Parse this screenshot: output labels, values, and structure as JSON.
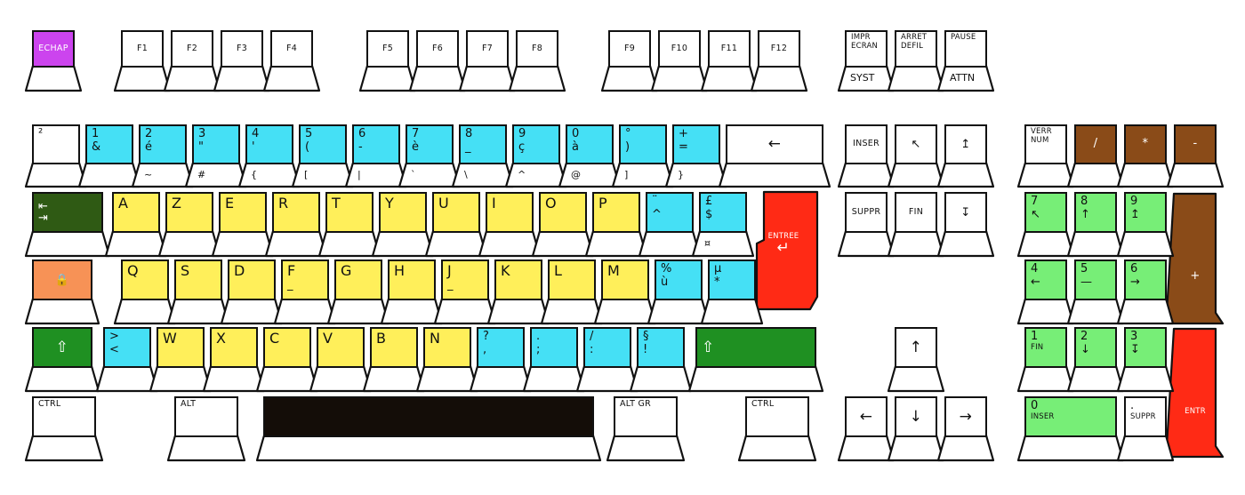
{
  "diagram": {
    "title": "Clavier AZERTY francais",
    "type": "keyboard-layout",
    "layout": "AZERTY",
    "language": "fr-FR"
  },
  "colors": {
    "escape": "#cc44ee",
    "digits": "#45e0f5",
    "letters": "#ffef5a",
    "tab": "#2f5a14",
    "capslock": "#f79256",
    "shift": "#1f9022",
    "enter": "#ff2a15",
    "space": "#140d08",
    "numpad_digits": "#77ee77",
    "numpad_ops": "#8a4b18",
    "plain": "#ffffff",
    "outline": "#111111"
  },
  "rows": {
    "function_row": [
      {
        "id": "esc",
        "top": "ECHAP",
        "color": "escape"
      },
      {
        "id": "f1",
        "top": "F1",
        "color": "plain"
      },
      {
        "id": "f2",
        "top": "F2",
        "color": "plain"
      },
      {
        "id": "f3",
        "top": "F3",
        "color": "plain"
      },
      {
        "id": "f4",
        "top": "F4",
        "color": "plain"
      },
      {
        "id": "f5",
        "top": "F5",
        "color": "plain"
      },
      {
        "id": "f6",
        "top": "F6",
        "color": "plain"
      },
      {
        "id": "f7",
        "top": "F7",
        "color": "plain"
      },
      {
        "id": "f8",
        "top": "F8",
        "color": "plain"
      },
      {
        "id": "f9",
        "top": "F9",
        "color": "plain"
      },
      {
        "id": "f10",
        "top": "F10",
        "color": "plain"
      },
      {
        "id": "f11",
        "top": "F11",
        "color": "plain"
      },
      {
        "id": "f12",
        "top": "F12",
        "color": "plain"
      }
    ],
    "sysreq_cluster": [
      {
        "id": "printscreen",
        "l1": "IMPR",
        "l2": "ECRAN",
        "front": "SYST",
        "color": "plain"
      },
      {
        "id": "scrolllock",
        "l1": "ARRET",
        "l2": "DEFIL",
        "front": "",
        "color": "plain"
      },
      {
        "id": "pause",
        "l1": "PAUSE",
        "l2": "",
        "front": "ATTN",
        "color": "plain"
      }
    ],
    "digit_row": [
      {
        "id": "superscript2",
        "l1": "²",
        "l2": "",
        "front": "",
        "color": "plain"
      },
      {
        "id": "d1",
        "l1": "1",
        "l2": "&",
        "front": "",
        "color": "digits"
      },
      {
        "id": "d2",
        "l1": "2",
        "l2": "é",
        "front": "~",
        "color": "digits"
      },
      {
        "id": "d3",
        "l1": "3",
        "l2": "\"",
        "front": "#",
        "color": "digits"
      },
      {
        "id": "d4",
        "l1": "4",
        "l2": "'",
        "front": "{",
        "color": "digits"
      },
      {
        "id": "d5",
        "l1": "5",
        "l2": "(",
        "front": "[",
        "color": "digits"
      },
      {
        "id": "d6",
        "l1": "6",
        "l2": "-",
        "front": "|",
        "color": "digits"
      },
      {
        "id": "d7",
        "l1": "7",
        "l2": "è",
        "front": "`",
        "color": "digits"
      },
      {
        "id": "d8",
        "l1": "8",
        "l2": "_",
        "front": "\\",
        "color": "digits"
      },
      {
        "id": "d9",
        "l1": "9",
        "l2": "ç",
        "front": "^",
        "color": "digits"
      },
      {
        "id": "d0",
        "l1": "0",
        "l2": "à",
        "front": "@",
        "color": "digits"
      },
      {
        "id": "degree",
        "l1": "°",
        "l2": ")",
        "front": "]",
        "color": "digits"
      },
      {
        "id": "plusequal",
        "l1": "+",
        "l2": "=",
        "front": "}",
        "color": "digits"
      },
      {
        "id": "backspace",
        "l1": "←",
        "l2": "",
        "front": "",
        "color": "plain"
      }
    ],
    "tab_row": [
      {
        "id": "tab",
        "l1": "⇤",
        "l2": "⇥",
        "front": "",
        "color": "tab"
      },
      {
        "id": "a",
        "l1": "A",
        "l2": "",
        "front": "",
        "color": "letters"
      },
      {
        "id": "z",
        "l1": "Z",
        "l2": "",
        "front": "",
        "color": "letters"
      },
      {
        "id": "e",
        "l1": "E",
        "l2": "",
        "front": "",
        "color": "letters"
      },
      {
        "id": "r",
        "l1": "R",
        "l2": "",
        "front": "",
        "color": "letters"
      },
      {
        "id": "t",
        "l1": "T",
        "l2": "",
        "front": "",
        "color": "letters"
      },
      {
        "id": "y",
        "l1": "Y",
        "l2": "",
        "front": "",
        "color": "letters"
      },
      {
        "id": "u",
        "l1": "U",
        "l2": "",
        "front": "",
        "color": "letters"
      },
      {
        "id": "i",
        "l1": "I",
        "l2": "",
        "front": "",
        "color": "letters"
      },
      {
        "id": "o",
        "l1": "O",
        "l2": "",
        "front": "",
        "color": "letters"
      },
      {
        "id": "p",
        "l1": "P",
        "l2": "",
        "front": "",
        "color": "letters"
      },
      {
        "id": "circumflex",
        "l1": "¨",
        "l2": "^",
        "front": "",
        "color": "digits"
      },
      {
        "id": "dollar",
        "l1": "£",
        "l2": "$",
        "front": "¤",
        "color": "digits"
      },
      {
        "id": "enter",
        "l1": "ENTREE",
        "l2": "↵",
        "front": "",
        "color": "enter"
      }
    ],
    "home_row": [
      {
        "id": "capslock",
        "l1": "🔒",
        "l2": "",
        "front": "",
        "color": "capslock"
      },
      {
        "id": "q",
        "l1": "Q",
        "l2": "",
        "front": "",
        "color": "letters"
      },
      {
        "id": "s",
        "l1": "S",
        "l2": "",
        "front": "",
        "color": "letters"
      },
      {
        "id": "d",
        "l1": "D",
        "l2": "",
        "front": "",
        "color": "letters"
      },
      {
        "id": "f",
        "l1": "F",
        "l2": "_",
        "front": "",
        "color": "letters"
      },
      {
        "id": "g",
        "l1": "G",
        "l2": "",
        "front": "",
        "color": "letters"
      },
      {
        "id": "h",
        "l1": "H",
        "l2": "",
        "front": "",
        "color": "letters"
      },
      {
        "id": "j",
        "l1": "J",
        "l2": "_",
        "front": "",
        "color": "letters"
      },
      {
        "id": "k",
        "l1": "K",
        "l2": "",
        "front": "",
        "color": "letters"
      },
      {
        "id": "l",
        "l1": "L",
        "l2": "",
        "front": "",
        "color": "letters"
      },
      {
        "id": "m",
        "l1": "M",
        "l2": "",
        "front": "",
        "color": "letters"
      },
      {
        "id": "percent",
        "l1": "%",
        "l2": "ù",
        "front": "",
        "color": "digits"
      },
      {
        "id": "micro",
        "l1": "µ",
        "l2": "*",
        "front": "",
        "color": "digits"
      }
    ],
    "shift_row": [
      {
        "id": "lshift",
        "l1": "⇧",
        "l2": "",
        "front": "",
        "color": "shift"
      },
      {
        "id": "lessgreater",
        "l1": ">",
        "l2": "<",
        "front": "",
        "color": "digits"
      },
      {
        "id": "w",
        "l1": "W",
        "l2": "",
        "front": "",
        "color": "letters"
      },
      {
        "id": "x",
        "l1": "X",
        "l2": "",
        "front": "",
        "color": "letters"
      },
      {
        "id": "c",
        "l1": "C",
        "l2": "",
        "front": "",
        "color": "letters"
      },
      {
        "id": "v",
        "l1": "V",
        "l2": "",
        "front": "",
        "color": "letters"
      },
      {
        "id": "b",
        "l1": "B",
        "l2": "",
        "front": "",
        "color": "letters"
      },
      {
        "id": "n",
        "l1": "N",
        "l2": "",
        "front": "",
        "color": "letters"
      },
      {
        "id": "comma",
        "l1": "?",
        "l2": ",",
        "front": "",
        "color": "digits"
      },
      {
        "id": "semicolon",
        "l1": ".",
        "l2": ";",
        "front": "",
        "color": "digits"
      },
      {
        "id": "colon",
        "l1": "/",
        "l2": ":",
        "front": "",
        "color": "digits"
      },
      {
        "id": "exclam",
        "l1": "§",
        "l2": "!",
        "front": "",
        "color": "digits"
      },
      {
        "id": "rshift",
        "l1": "⇧",
        "l2": "",
        "front": "",
        "color": "shift"
      }
    ],
    "bottom_row": [
      {
        "id": "lctrl",
        "l1": "CTRL",
        "l2": "",
        "front": "",
        "color": "plain"
      },
      {
        "id": "lalt",
        "l1": "ALT",
        "l2": "",
        "front": "",
        "color": "plain"
      },
      {
        "id": "space",
        "l1": "",
        "l2": "",
        "front": "",
        "color": "space"
      },
      {
        "id": "altgr",
        "l1": "ALT GR",
        "l2": "",
        "front": "",
        "color": "plain"
      },
      {
        "id": "rctrl",
        "l1": "CTRL",
        "l2": "",
        "front": "",
        "color": "plain"
      }
    ],
    "nav_cluster": [
      {
        "id": "insert",
        "l1": "INSER",
        "l2": "",
        "front": "",
        "color": "plain"
      },
      {
        "id": "home",
        "l1": "↖",
        "l2": "",
        "front": "",
        "color": "plain"
      },
      {
        "id": "pageup",
        "l1": "↥",
        "l2": "",
        "front": "",
        "color": "plain"
      },
      {
        "id": "delete",
        "l1": "SUPPR",
        "l2": "",
        "front": "",
        "color": "plain"
      },
      {
        "id": "end",
        "l1": "FIN",
        "l2": "",
        "front": "",
        "color": "plain"
      },
      {
        "id": "pagedown",
        "l1": "↧",
        "l2": "",
        "front": "",
        "color": "plain"
      }
    ],
    "arrow_cluster": [
      {
        "id": "arrow-up",
        "l1": "↑",
        "color": "plain"
      },
      {
        "id": "arrow-left",
        "l1": "←",
        "color": "plain"
      },
      {
        "id": "arrow-down",
        "l1": "↓",
        "color": "plain"
      },
      {
        "id": "arrow-right",
        "l1": "→",
        "color": "plain"
      }
    ],
    "numpad": [
      {
        "id": "numlock",
        "l1": "VERR",
        "l2": "NUM",
        "front": "",
        "color": "plain"
      },
      {
        "id": "np-div",
        "l1": "/",
        "l2": "",
        "front": "",
        "color": "numpad_ops"
      },
      {
        "id": "np-mul",
        "l1": "*",
        "l2": "",
        "front": "",
        "color": "numpad_ops"
      },
      {
        "id": "np-sub",
        "l1": "-",
        "l2": "",
        "front": "",
        "color": "numpad_ops"
      },
      {
        "id": "np-7",
        "l1": "7",
        "l2": "↖",
        "front": "",
        "color": "numpad_digits"
      },
      {
        "id": "np-8",
        "l1": "8",
        "l2": "↑",
        "front": "",
        "color": "numpad_digits"
      },
      {
        "id": "np-9",
        "l1": "9",
        "l2": "↥",
        "front": "",
        "color": "numpad_digits"
      },
      {
        "id": "np-add",
        "l1": "+",
        "l2": "",
        "front": "",
        "color": "numpad_ops"
      },
      {
        "id": "np-4",
        "l1": "4",
        "l2": "←",
        "front": "",
        "color": "numpad_digits"
      },
      {
        "id": "np-5",
        "l1": "5",
        "l2": "—",
        "front": "",
        "color": "numpad_digits"
      },
      {
        "id": "np-6",
        "l1": "6",
        "l2": "→",
        "front": "",
        "color": "numpad_digits"
      },
      {
        "id": "np-1",
        "l1": "1",
        "l2": "FIN",
        "front": "",
        "color": "numpad_digits"
      },
      {
        "id": "np-2",
        "l1": "2",
        "l2": "↓",
        "front": "",
        "color": "numpad_digits"
      },
      {
        "id": "np-3",
        "l1": "3",
        "l2": "↧",
        "front": "",
        "color": "numpad_digits"
      },
      {
        "id": "np-enter",
        "l1": "ENTR",
        "l2": "",
        "front": "",
        "color": "enter"
      },
      {
        "id": "np-0",
        "l1": "0",
        "l2": "INSER",
        "front": "",
        "color": "numpad_digits"
      },
      {
        "id": "np-dot",
        "l1": ".",
        "l2": "SUPPR",
        "front": "",
        "color": "plain"
      }
    ]
  }
}
